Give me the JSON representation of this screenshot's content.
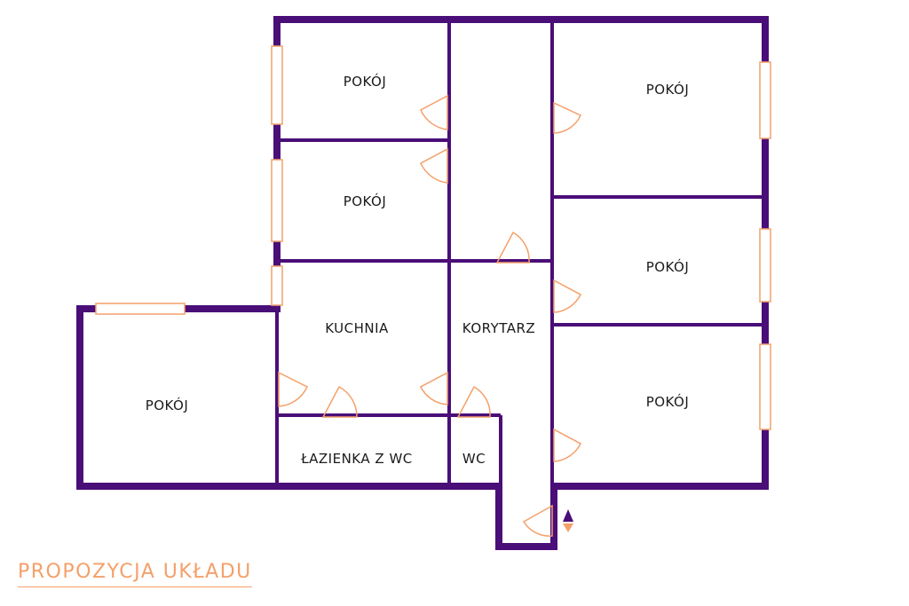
{
  "colors": {
    "wall": "#4a0e78",
    "accent": "#f4a06a",
    "text": "#1a1a1a"
  },
  "rooms": [
    {
      "id": "room-1",
      "label": "POKÓJ"
    },
    {
      "id": "room-2",
      "label": "POKÓJ"
    },
    {
      "id": "room-3",
      "label": "POKÓJ"
    },
    {
      "id": "room-4",
      "label": "POKÓJ"
    },
    {
      "id": "room-5",
      "label": "POKÓJ"
    },
    {
      "id": "room-6",
      "label": "POKÓJ"
    },
    {
      "id": "kitchen",
      "label": "KUCHNIA"
    },
    {
      "id": "corridor",
      "label": "KORYTARZ"
    },
    {
      "id": "bathroom",
      "label": "ŁAZIENKA Z WC"
    },
    {
      "id": "wc",
      "label": "WC"
    }
  ],
  "caption": "PROPOZYCJA UKŁADU"
}
